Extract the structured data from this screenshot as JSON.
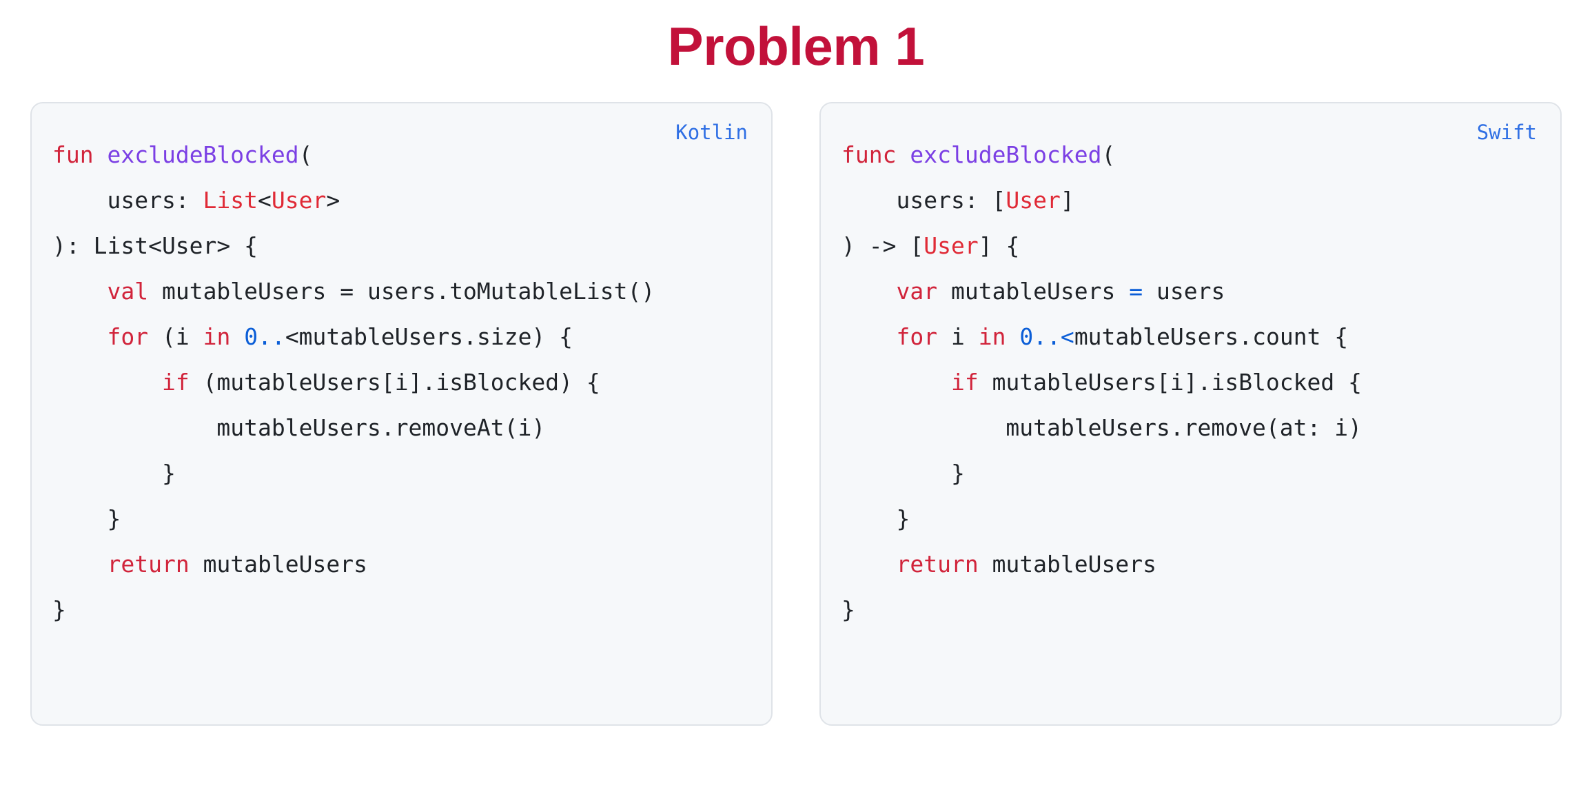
{
  "page": {
    "title": "Problem 1",
    "title_color": "#c2113a",
    "background": "#ffffff"
  },
  "theme": {
    "card_background": "#f6f8fa",
    "card_border": "#dfe3e8",
    "code_default": "#1f2328",
    "keyword": "#d1243b",
    "function_name": "#7b3fe4",
    "type_name": "#e02a36",
    "number": "#0b5ed7",
    "operator": "#0b5ed7",
    "lang_label": "#2f6fe4"
  },
  "cards": [
    {
      "language_label": "Kotlin",
      "code_text": "fun excludeBlocked(\n    users: List<User>\n): List<User> {\n    val mutableUsers = users.toMutableList()\n    for (i in 0..<mutableUsers.size) {\n        if (mutableUsers[i].isBlocked) {\n            mutableUsers.removeAt(i)\n        }\n    }\n    return mutableUsers\n}",
      "lines": [
        [
          {
            "t": "fun",
            "c": "kw"
          },
          {
            "t": " ",
            "c": "plain"
          },
          {
            "t": "excludeBlocked",
            "c": "fn"
          },
          {
            "t": "(",
            "c": "plain"
          }
        ],
        [
          {
            "t": "    users: ",
            "c": "plain"
          },
          {
            "t": "List",
            "c": "type"
          },
          {
            "t": "<",
            "c": "plain"
          },
          {
            "t": "User",
            "c": "type"
          },
          {
            "t": ">",
            "c": "plain"
          }
        ],
        [
          {
            "t": "): List<User> {",
            "c": "plain"
          }
        ],
        [
          {
            "t": "    ",
            "c": "plain"
          },
          {
            "t": "val",
            "c": "kw"
          },
          {
            "t": " mutableUsers = users.toMutableList()",
            "c": "plain"
          }
        ],
        [
          {
            "t": "    ",
            "c": "plain"
          },
          {
            "t": "for",
            "c": "kw"
          },
          {
            "t": " (i ",
            "c": "plain"
          },
          {
            "t": "in",
            "c": "kw"
          },
          {
            "t": " ",
            "c": "plain"
          },
          {
            "t": "0..",
            "c": "num"
          },
          {
            "t": "<mutableUsers.size) {",
            "c": "plain"
          }
        ],
        [
          {
            "t": "        ",
            "c": "plain"
          },
          {
            "t": "if",
            "c": "kw"
          },
          {
            "t": " (mutableUsers[i].isBlocked) {",
            "c": "plain"
          }
        ],
        [
          {
            "t": "            mutableUsers.removeAt(i)",
            "c": "plain"
          }
        ],
        [
          {
            "t": "        }",
            "c": "plain"
          }
        ],
        [
          {
            "t": "    }",
            "c": "plain"
          }
        ],
        [
          {
            "t": "    ",
            "c": "plain"
          },
          {
            "t": "return",
            "c": "kw"
          },
          {
            "t": " mutableUsers",
            "c": "plain"
          }
        ],
        [
          {
            "t": "}",
            "c": "plain"
          }
        ]
      ]
    },
    {
      "language_label": "Swift",
      "code_text": "func excludeBlocked(\n    users: [User]\n) -> [User] {\n    var mutableUsers = users\n    for i in 0..<mutableUsers.count {\n        if mutableUsers[i].isBlocked {\n            mutableUsers.remove(at: i)\n        }\n    }\n    return mutableUsers\n}",
      "lines": [
        [
          {
            "t": "func",
            "c": "kw"
          },
          {
            "t": " ",
            "c": "plain"
          },
          {
            "t": "excludeBlocked",
            "c": "fn"
          },
          {
            "t": "(",
            "c": "plain"
          }
        ],
        [
          {
            "t": "    users: [",
            "c": "plain"
          },
          {
            "t": "User",
            "c": "type"
          },
          {
            "t": "]",
            "c": "plain"
          }
        ],
        [
          {
            "t": ") -> [",
            "c": "plain"
          },
          {
            "t": "User",
            "c": "type"
          },
          {
            "t": "] {",
            "c": "plain"
          }
        ],
        [
          {
            "t": "    ",
            "c": "plain"
          },
          {
            "t": "var",
            "c": "kw"
          },
          {
            "t": " mutableUsers ",
            "c": "plain"
          },
          {
            "t": "=",
            "c": "op"
          },
          {
            "t": " users",
            "c": "plain"
          }
        ],
        [
          {
            "t": "    ",
            "c": "plain"
          },
          {
            "t": "for",
            "c": "kw"
          },
          {
            "t": " i ",
            "c": "plain"
          },
          {
            "t": "in",
            "c": "kw"
          },
          {
            "t": " ",
            "c": "plain"
          },
          {
            "t": "0..<",
            "c": "num"
          },
          {
            "t": "mutableUsers.count {",
            "c": "plain"
          }
        ],
        [
          {
            "t": "        ",
            "c": "plain"
          },
          {
            "t": "if",
            "c": "kw"
          },
          {
            "t": " mutableUsers[i].isBlocked {",
            "c": "plain"
          }
        ],
        [
          {
            "t": "            mutableUsers.remove(at: i)",
            "c": "plain"
          }
        ],
        [
          {
            "t": "        }",
            "c": "plain"
          }
        ],
        [
          {
            "t": "    }",
            "c": "plain"
          }
        ],
        [
          {
            "t": "    ",
            "c": "plain"
          },
          {
            "t": "return",
            "c": "kw"
          },
          {
            "t": " mutableUsers",
            "c": "plain"
          }
        ],
        [
          {
            "t": "}",
            "c": "plain"
          }
        ]
      ]
    }
  ]
}
